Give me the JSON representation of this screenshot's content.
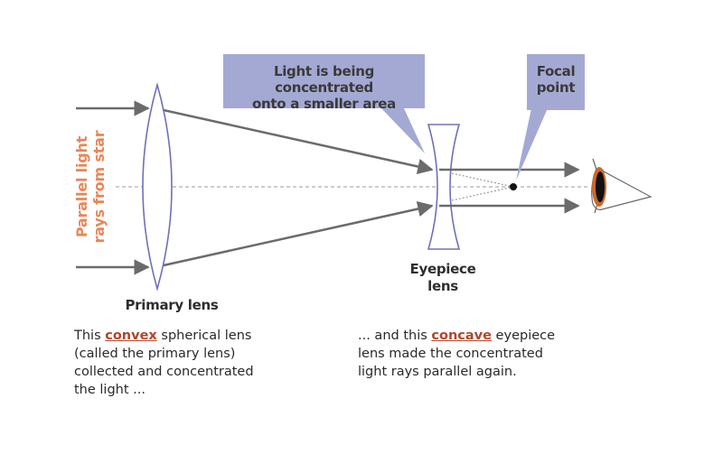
{
  "callouts": {
    "concentrated": {
      "line1": "Light is being concentrated",
      "line2": "onto a smaller area"
    },
    "focal": {
      "line1": "Focal",
      "line2": "point"
    }
  },
  "labels": {
    "side": {
      "line1": "Parallel light",
      "line2": "rays from star"
    },
    "primary_lens": "Primary lens",
    "eyepiece": {
      "line1": "Eyepiece",
      "line2": "lens"
    }
  },
  "descriptions": {
    "left": {
      "pre": "This ",
      "highlight": "convex",
      "post": " spherical lens",
      "line2": "(called the primary lens)",
      "line3": "collected and concentrated",
      "line4": "the light ..."
    },
    "right": {
      "pre": "... and this ",
      "highlight": "concave",
      "post": " eyepiece",
      "line2": "lens made the concentrated",
      "line3": "light rays parallel again."
    }
  },
  "colors": {
    "ray": "#6b6b6b",
    "lens_stroke": "#7070b8",
    "lens_fill": "#ffffff",
    "callout_fill": "#a4a9d4",
    "side_label": "#e8875a",
    "highlight": "#b3452a",
    "eye_iris": "#c86a2a"
  },
  "icons": {
    "eye": "eye-icon",
    "focal_point": "focal-point-dot"
  }
}
